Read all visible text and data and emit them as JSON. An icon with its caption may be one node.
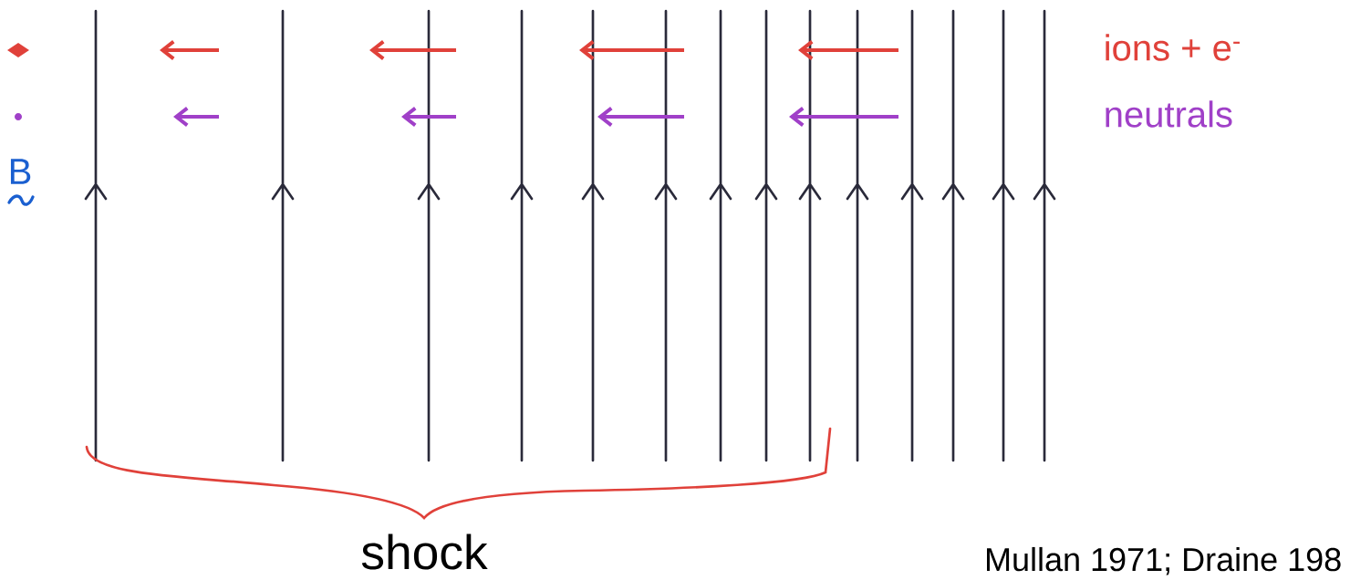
{
  "diagram": {
    "labels": [
      "B",
      "shock",
      "Mullan 1971; Draine 198"
    ],
    "legend": [
      {
        "text": "ions + e$^{-}$",
        "color": "#e0413a"
      },
      {
        "text": "neutrals",
        "color": "#a040c8"
      }
    ]
  }
}
